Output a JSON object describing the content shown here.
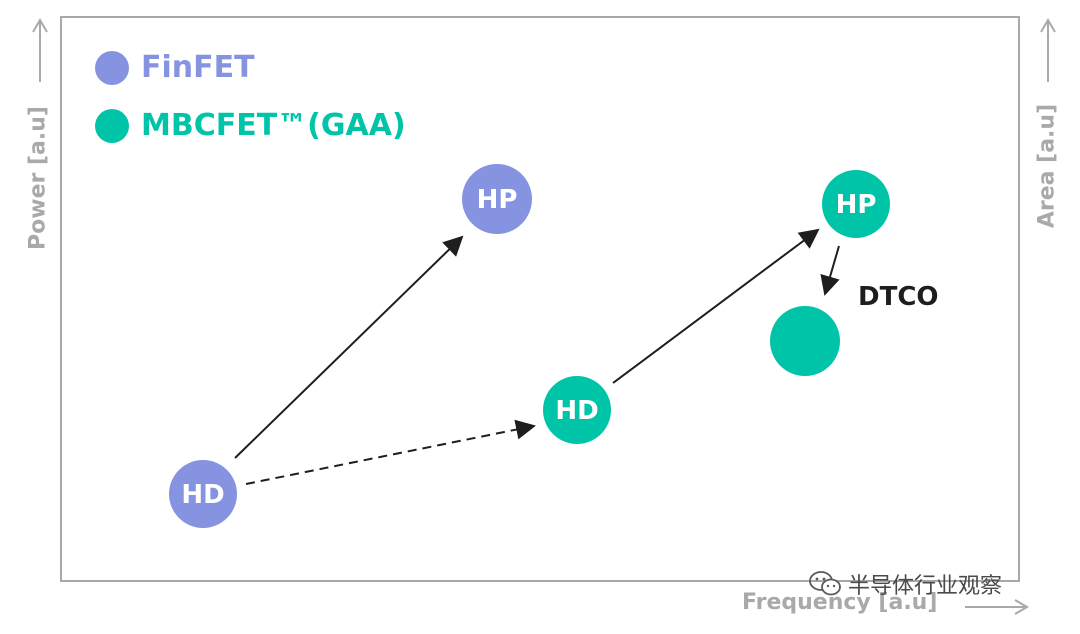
{
  "axes": {
    "y_left": "Power [a.u]",
    "y_right": "Area [a.u]",
    "x": "Frequency [a.u]"
  },
  "legend": [
    {
      "label": "FinFET",
      "color": "#8593e0"
    },
    {
      "label": "MBCFET™(GAA)",
      "color": "#00c4a8"
    }
  ],
  "nodes": {
    "finfet_hd": {
      "label": "HD",
      "color": "#8593e0"
    },
    "finfet_hp": {
      "label": "HP",
      "color": "#8593e0"
    },
    "gaa_hd": {
      "label": "HD",
      "color": "#00c4a8"
    },
    "gaa_hp": {
      "label": "HP",
      "color": "#00c4a8"
    },
    "gaa_dtco": {
      "label": "",
      "color": "#00c4a8"
    }
  },
  "annotations": {
    "dtco": "DTCO"
  },
  "watermark": {
    "text": "半导体行业观察",
    "icon": "wechat-icon"
  },
  "colors": {
    "frame": "#a8a8a8",
    "axis_text": "#a9a9a9",
    "arrow": "#1e1e1e"
  }
}
